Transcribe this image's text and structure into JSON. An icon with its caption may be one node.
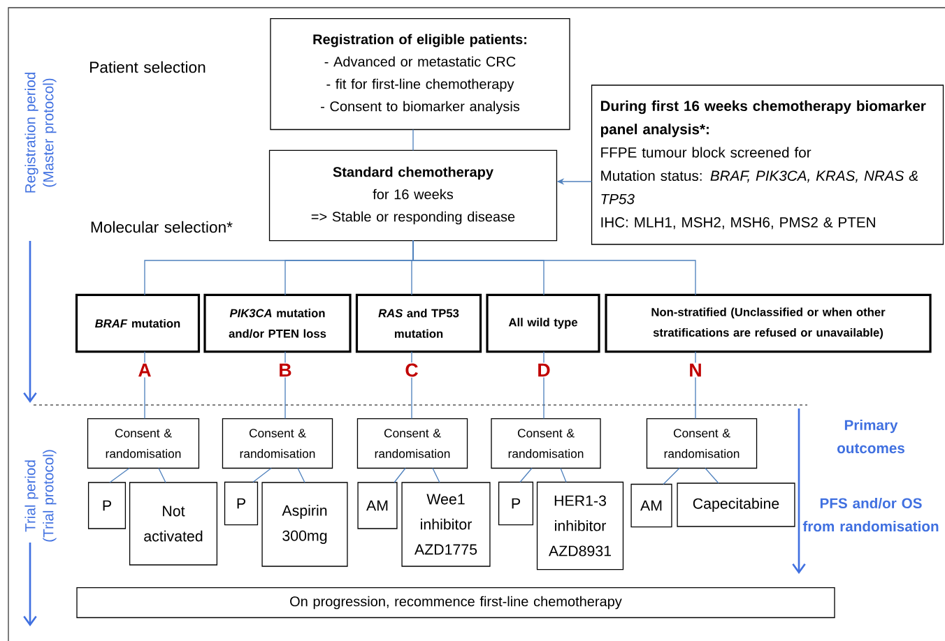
{
  "diagram": {
    "nodes": [
      {
        "text": [
          "Registration of eligible patients:",
          "- Advanced or metastatic CRC",
          "- fit for first-line chemotherapy",
          "- Consent to biomarker analysis"
        ]
      },
      {
        "text": [
          "Standard chemotherapy",
          "for 16 weeks",
          "=> Stable or responding disease"
        ]
      },
      {
        "text": [
          "During first 16 weeks chemotherapy biomarker panel analysis*:",
          "FFPE tumour block screened for",
          "Mutation status: *BRAF, PIK3CA, KRAS, NRAS & TP53*",
          "IHC: MLH1, MSH2, MSH6, PMS2 & PTEN"
        ]
      },
      {
        "text": [
          "*BRAF* mutation"
        ],
        "beside": [
          "A"
        ]
      },
      {
        "text": [
          "*PIK3CA* mutation and/or PTEN loss"
        ],
        "beside": [
          "B"
        ]
      },
      {
        "text": [
          "*RAS* and TP53 mutation"
        ],
        "beside": [
          "C"
        ]
      },
      {
        "text": [
          "All wild type"
        ],
        "beside": [
          "D"
        ]
      },
      {
        "text": [
          "Non-stratified (Unclassified or when other stratifications are refused or unavailable)"
        ],
        "beside": [
          "N"
        ]
      },
      {
        "text": [
          "Consent & randomisation"
        ]
      },
      {
        "text": [
          "Consent & randomisation"
        ]
      },
      {
        "text": [
          "Consent & randomisation"
        ]
      },
      {
        "text": [
          "Consent & randomisation"
        ]
      },
      {
        "text": [
          "Consent & randomisation"
        ]
      },
      {
        "text": [
          "P"
        ]
      },
      {
        "text": [
          "Not activated"
        ]
      },
      {
        "text": [
          "P"
        ]
      },
      {
        "text": [
          "Aspirin 300mg"
        ]
      },
      {
        "text": [
          "AM"
        ]
      },
      {
        "text": [
          "Wee1 inhibitor AZD1775"
        ]
      },
      {
        "text": [
          "P"
        ]
      },
      {
        "text": [
          "HER1-3 inhibitor AZD8931"
        ]
      },
      {
        "text": [
          "AM"
        ]
      },
      {
        "text": [
          "Capecitabine"
        ]
      },
      {
        "text": [
          "On progression, recommence first-line chemotherapy"
        ]
      }
    ],
    "edges": [
      {
        "from": 0,
        "to": 1,
        "arrow": "none"
      },
      {
        "from": 2,
        "to": 1,
        "arrow": "to"
      },
      {
        "from": 1,
        "to": 3,
        "arrow": "none"
      },
      {
        "from": 1,
        "to": 4,
        "arrow": "none"
      },
      {
        "from": 1,
        "to": 5,
        "arrow": "none"
      },
      {
        "from": 1,
        "to": 6,
        "arrow": "none"
      },
      {
        "from": 1,
        "to": 7,
        "arrow": "none"
      },
      {
        "from": 3,
        "to": 8,
        "arrow": "none"
      },
      {
        "from": 4,
        "to": 9,
        "arrow": "none"
      },
      {
        "from": 5,
        "to": 10,
        "arrow": "none"
      },
      {
        "from": 6,
        "to": 11,
        "arrow": "none"
      },
      {
        "from": 7,
        "to": 12,
        "arrow": "none"
      },
      {
        "from": 8,
        "to": 13,
        "arrow": "none"
      },
      {
        "from": 8,
        "to": 14,
        "arrow": "none"
      },
      {
        "from": 9,
        "to": 15,
        "arrow": "none"
      },
      {
        "from": 9,
        "to": 16,
        "arrow": "none"
      },
      {
        "from": 10,
        "to": 17,
        "arrow": "none"
      },
      {
        "from": 10,
        "to": 18,
        "arrow": "none"
      },
      {
        "from": 11,
        "to": 19,
        "arrow": "none"
      },
      {
        "from": 11,
        "to": 20,
        "arrow": "none"
      },
      {
        "from": 12,
        "to": 21,
        "arrow": "none"
      },
      {
        "from": 12,
        "to": 22,
        "arrow": "none"
      }
    ],
    "labels": [
      "Registration period (Master protocol)",
      "Patient selection",
      "Molecular selection*",
      "Trial period (Trial protocol)",
      "Primary outcomes",
      "PFS and/or OS from randomisation"
    ]
  }
}
